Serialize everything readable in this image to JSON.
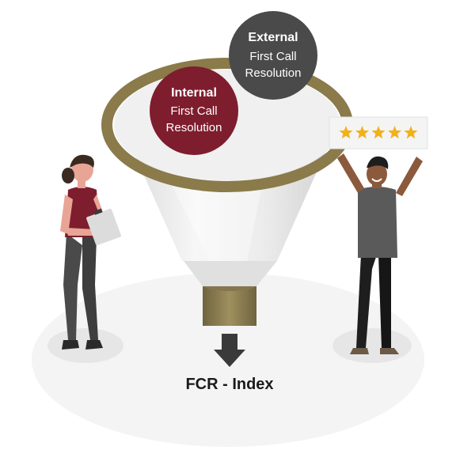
{
  "bubbles": {
    "external": {
      "title": "External",
      "line1": "First Call",
      "line2": "Resolution"
    },
    "internal": {
      "title": "Internal",
      "line1": "First Call",
      "line2": "Resolution"
    }
  },
  "output": {
    "label": "FCR - Index"
  },
  "rating": {
    "stars": 5,
    "max": 5
  },
  "colors": {
    "internal_bubble": "#7E1D2E",
    "external_bubble": "#4A4A4A",
    "funnel_rim": "#8B7A4A",
    "star": "#F2B01E",
    "arrow": "#3A3A3A"
  }
}
